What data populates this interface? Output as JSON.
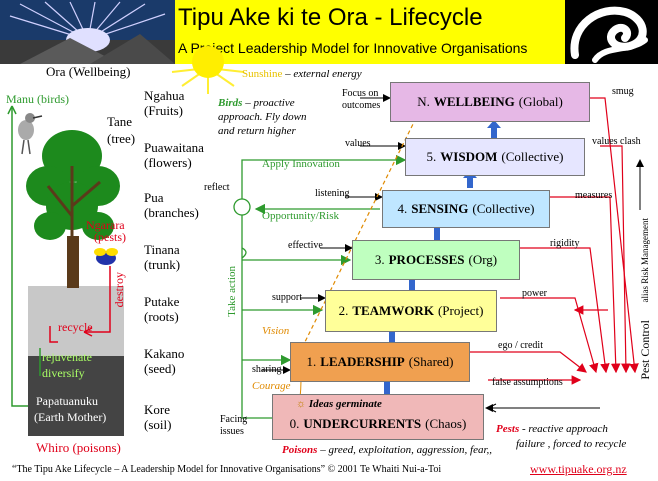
{
  "header": {
    "title": "Tipu Ake ki te Ora - Lifecycle",
    "subtitle": "A Project Leadership Model for Innovative Organisations"
  },
  "left": {
    "ora": "Ora (Wellbeing)",
    "manu": "Manu (birds)",
    "tane": "Tane",
    "tane_sub": "(tree)",
    "ngarara": "Ngarara",
    "ngarara_sub": "(pests)",
    "destroy": "destroy",
    "recycle": "recycle",
    "rejuvenate": "rejuvenate",
    "diversify": "diversify",
    "papatuanuku": "Papatuanuku",
    "papatuanuku_sub": "(Earth Mother)",
    "whiro": "Whiro (poisons)"
  },
  "plant_parts": [
    {
      "maori": "Ngahua",
      "english": "(Fruits)"
    },
    {
      "maori": "Puawaitana",
      "english": "(flowers)"
    },
    {
      "maori": "Pua",
      "english": "(branches)"
    },
    {
      "maori": "Tinana",
      "english": "(trunk)"
    },
    {
      "maori": "Putake",
      "english": "(roots)"
    },
    {
      "maori": "Kakano",
      "english": "(seed)"
    },
    {
      "maori": "Kore",
      "english": "(soil)"
    }
  ],
  "sunshine": {
    "label": "Sunshine",
    "rest": " – external energy"
  },
  "birds": {
    "label": "Birds",
    "rest": " – proactive",
    "line2": "approach. Fly down",
    "line3": "and return higher"
  },
  "levels": [
    {
      "num": "N.",
      "name": "WELLBEING",
      "scope": "(Global)",
      "color": "#e6b8e6",
      "left_tag": "Focus on outcomes",
      "right_tag": "smug"
    },
    {
      "num": "5.",
      "name": "WISDOM",
      "scope": "(Collective)",
      "color": "#e6e6ff",
      "left_tag": "values",
      "right_tag": "values clash"
    },
    {
      "num": "4.",
      "name": "SENSING",
      "scope": "(Collective)",
      "color": "#bfe6ff",
      "left_tag": "listening",
      "right_tag": "measures"
    },
    {
      "num": "3.",
      "name": "PROCESSES",
      "scope": "(Org)",
      "color": "#bfffbf",
      "left_tag": "effective",
      "right_tag": "rigidity"
    },
    {
      "num": "2.",
      "name": "TEAMWORK",
      "scope": "(Project)",
      "color": "#ffff99",
      "left_tag": "support",
      "right_tag": "power"
    },
    {
      "num": "1.",
      "name": "LEADERSHIP",
      "scope": "(Shared)",
      "color": "#f0a050",
      "left_tag": "sharing",
      "right_tag": "ego / credit"
    },
    {
      "num": "0.",
      "name": "UNDERCURRENTS",
      "scope": "(Chaos)",
      "color": "#f0b8b8",
      "left_tag": "Facing issues",
      "right_tag": "false assumptions"
    }
  ],
  "ideas": "Ideas germinate",
  "flows": {
    "apply_innovation": "Apply Innovation",
    "reflect": "reflect",
    "opportunity": "Opportunity/Risk",
    "take_action": "Take action",
    "vision": "Vision",
    "courage": "Courage"
  },
  "right_side": {
    "pest_control": "Pest Control",
    "risk_mgmt": "alias Risk Management",
    "pests_label": "Pests",
    "pests_line1": " - reactive approach",
    "pests_line2": "failure ,  forced to recycle"
  },
  "poisons": {
    "label": "Poisons",
    "rest": " – greed, exploitation, aggression, fear,,"
  },
  "footer": {
    "citation": "“The Tipu Ake Lifecycle  – A Leadership Model for Innovative Organisations”   © 2001 Te Whaiti Nui-a-Toi",
    "url": "www.tipuake.org.nz"
  },
  "colors": {
    "green": "#2e9a2e",
    "red": "#e0001a",
    "orange": "#e08a00",
    "blue": "#3366cc"
  }
}
